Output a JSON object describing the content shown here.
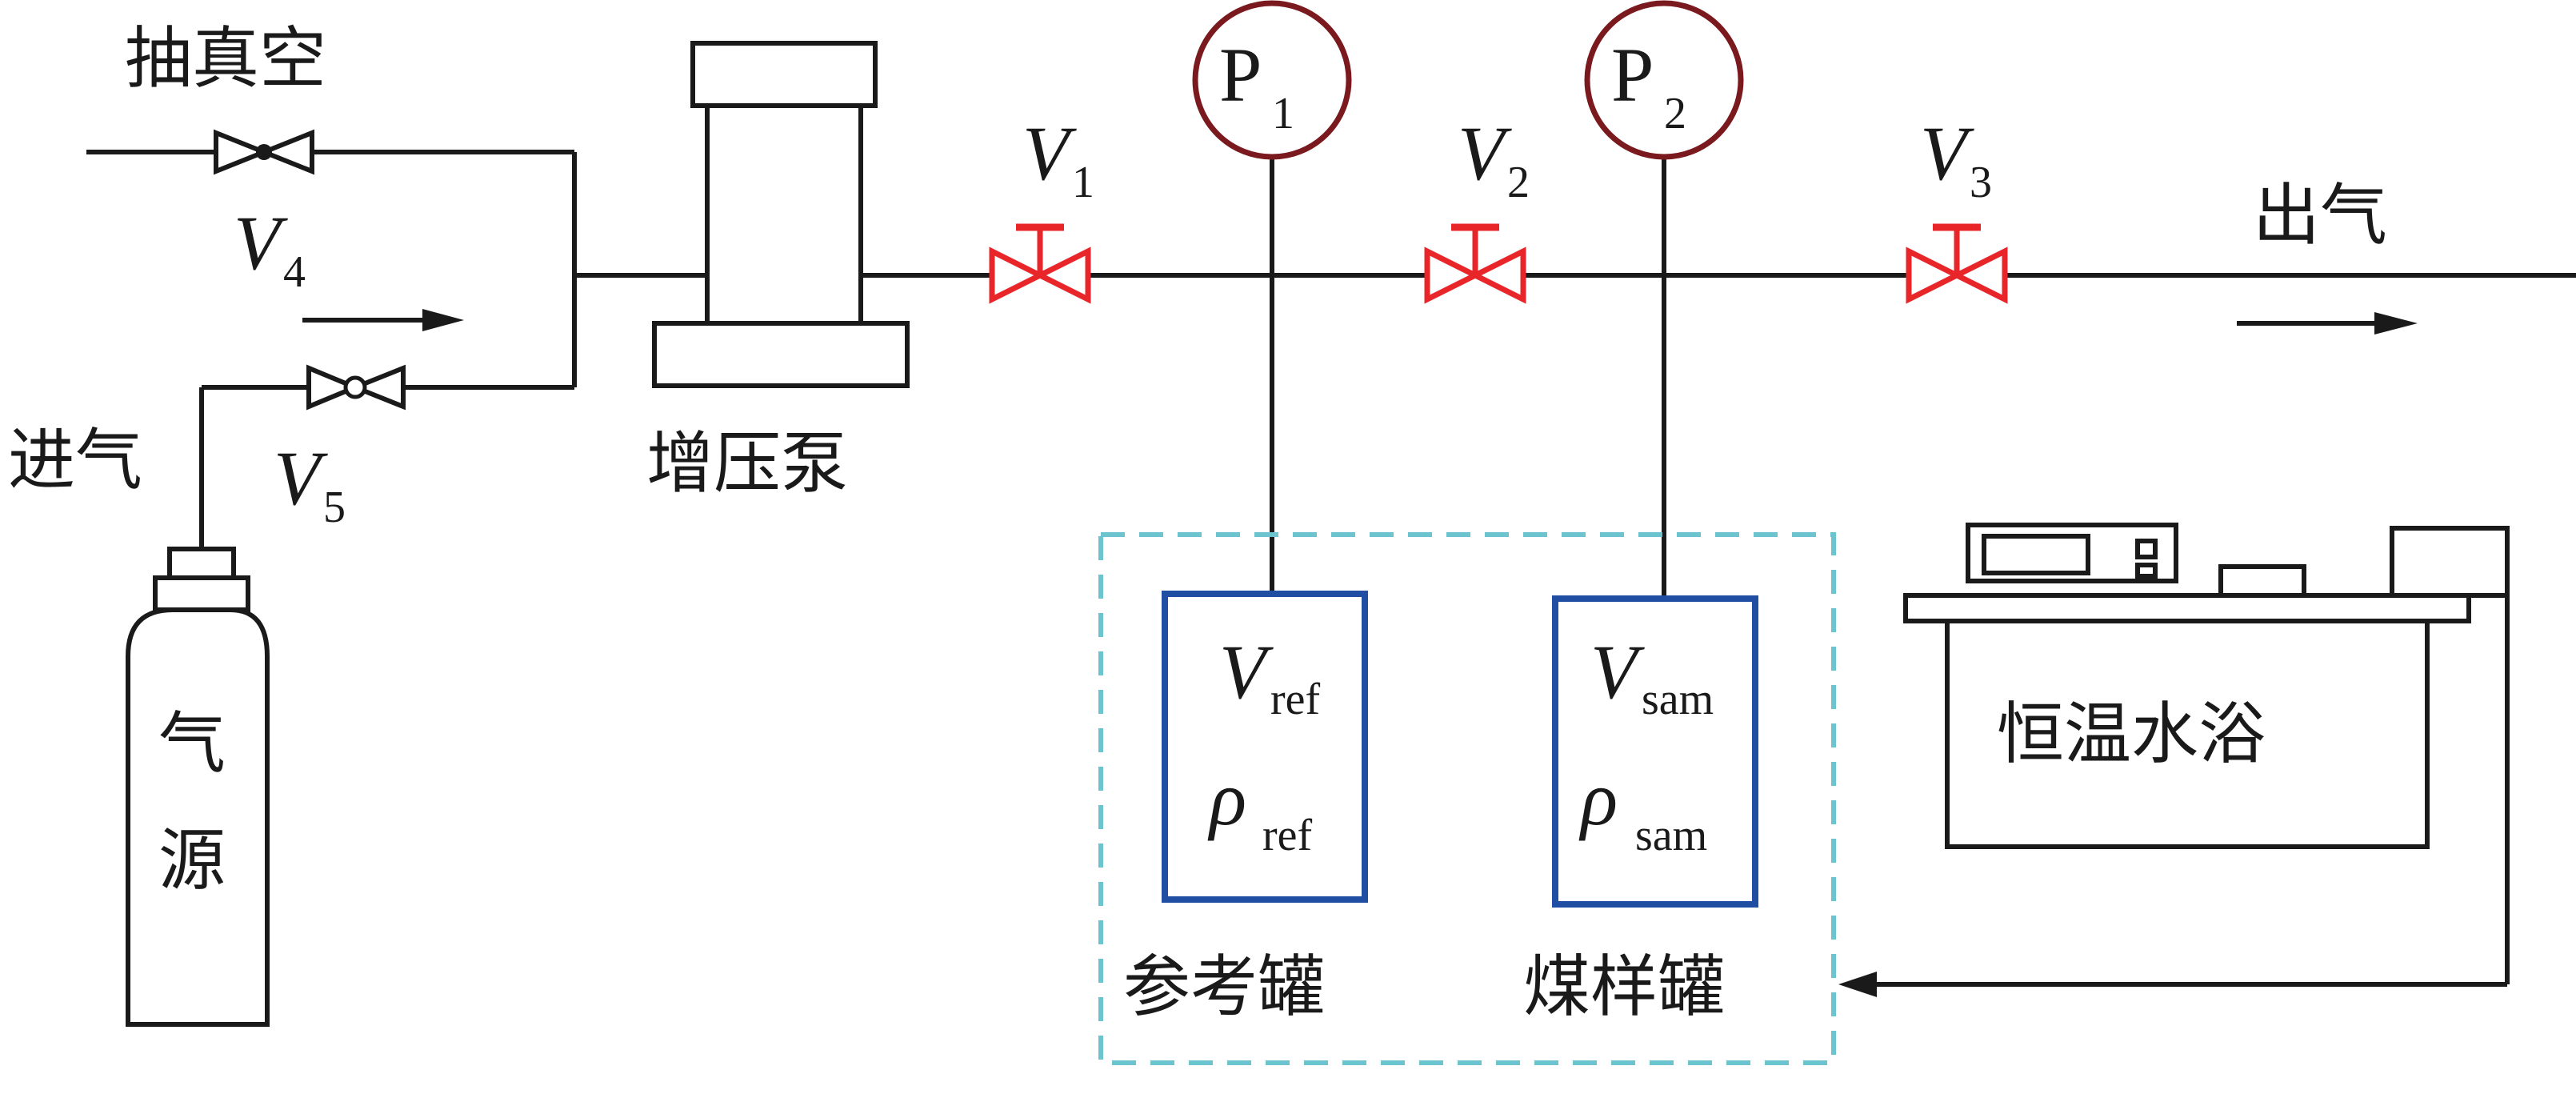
{
  "labels": {
    "vacuum": "抽真空",
    "inlet": "进气",
    "outlet": "出气",
    "pump": "增压泵",
    "gas_source_1": "气",
    "gas_source_2": "源",
    "ref_tank": "参考罐",
    "sample_tank": "煤样罐",
    "water_bath": "恒温水浴"
  },
  "valves": [
    {
      "id": "V1",
      "letter": "V",
      "sub": "1"
    },
    {
      "id": "V2",
      "letter": "V",
      "sub": "2"
    },
    {
      "id": "V3",
      "letter": "V",
      "sub": "3"
    },
    {
      "id": "V4",
      "letter": "V",
      "sub": "4"
    },
    {
      "id": "V5",
      "letter": "V",
      "sub": "5"
    }
  ],
  "gauges": [
    {
      "id": "P1",
      "letter": "P",
      "sub": "1"
    },
    {
      "id": "P2",
      "letter": "P",
      "sub": "2"
    }
  ],
  "tanks": {
    "ref": {
      "v_letter": "V",
      "v_sub": "ref",
      "rho_letter": "ρ",
      "rho_sub": "ref"
    },
    "sam": {
      "v_letter": "V",
      "v_sub": "sam",
      "rho_letter": "ρ",
      "rho_sub": "sam"
    }
  },
  "colors": {
    "pipe": "#1a1a1a",
    "main_valve": "#e8262a",
    "gauge": "#7a1a1e",
    "tank": "#1f4ea3",
    "enclosure": "#6cc4cf"
  }
}
